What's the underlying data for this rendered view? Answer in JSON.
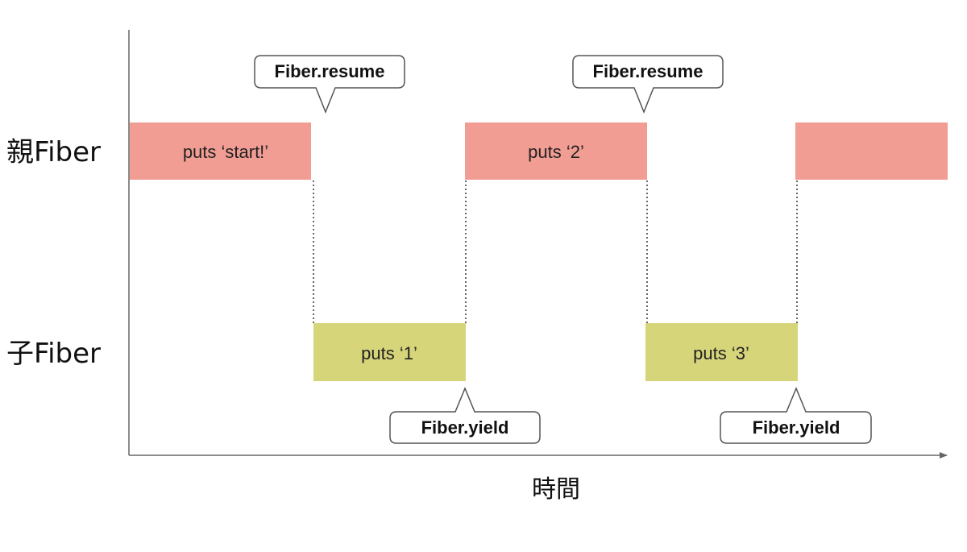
{
  "lanes": {
    "parent_label": "親Fiber",
    "child_label": "子Fiber"
  },
  "blocks": {
    "parent_1": "puts ‘start!’",
    "child_1": "puts ‘1’",
    "parent_2": "puts ‘2’",
    "child_2": "puts ‘3’",
    "parent_3": ""
  },
  "callouts": {
    "resume_1": "Fiber.resume",
    "resume_2": "Fiber.resume",
    "yield_1": "Fiber.yield",
    "yield_2": "Fiber.yield"
  },
  "axis": {
    "time_label": "時間"
  },
  "colors": {
    "parent_block": "#F29D93",
    "child_block": "#D7D57A",
    "axis": "#666666",
    "connector": "#666666",
    "callout_border": "#555555"
  }
}
